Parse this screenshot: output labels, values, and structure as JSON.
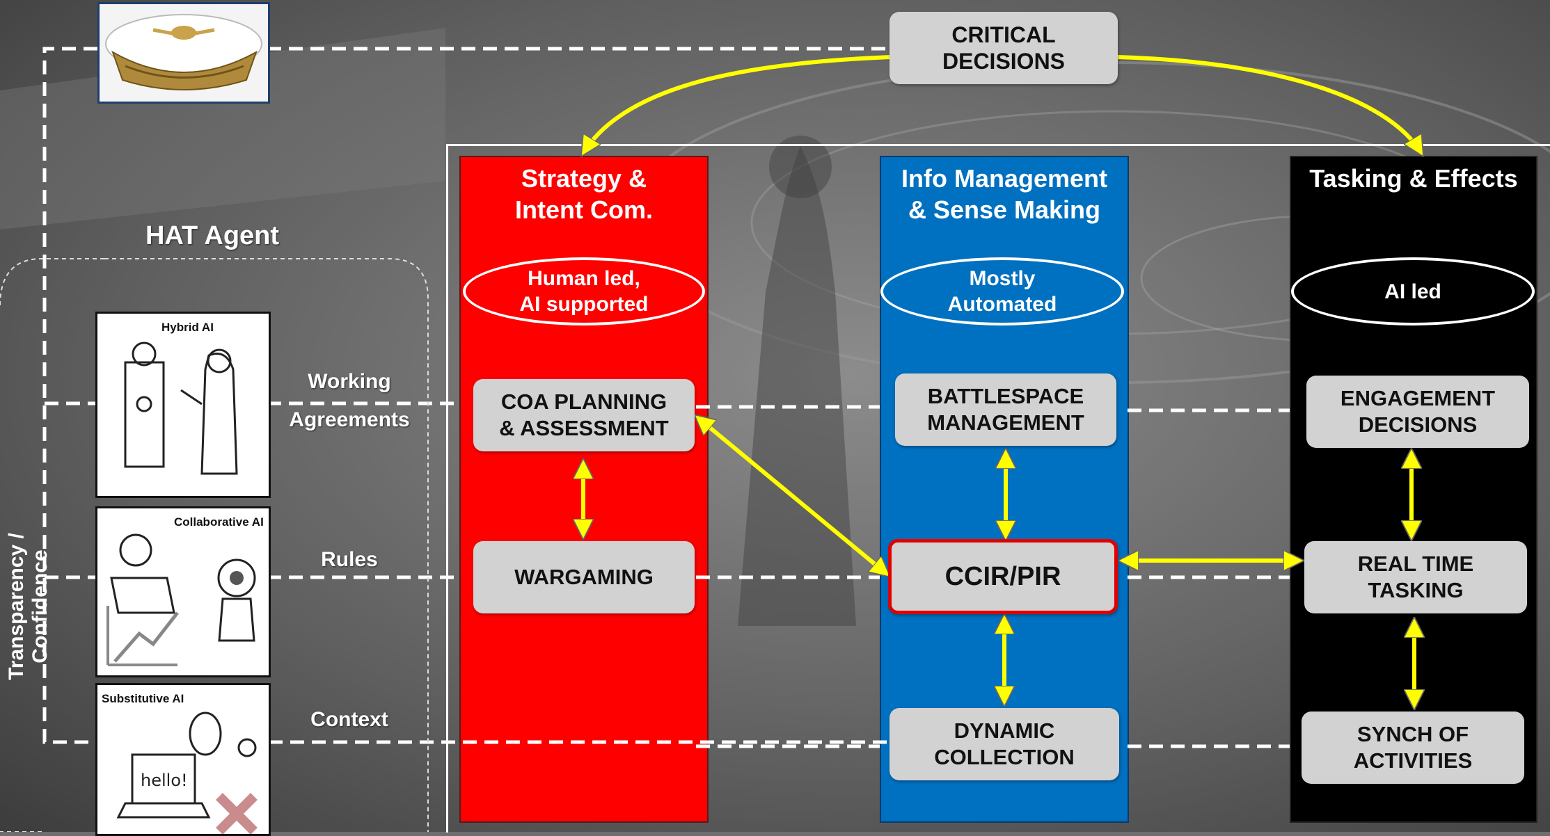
{
  "colors": {
    "strategy": "#ff0000",
    "info": "#0070c0",
    "tasking": "#000000",
    "box": "#d2d2d2",
    "arrow": "#ffff00",
    "highlight_border": "#e00000"
  },
  "critical": "CRITICAL\nDECISIONS",
  "hat_agent": "HAT Agent",
  "side_axis": "Transparency / Confidence",
  "agreement_labels": [
    "Working",
    "Agreements",
    "Rules",
    "Context"
  ],
  "ai_cards": [
    {
      "label": "Hybrid AI",
      "icon": "hybrid-ai-illustration"
    },
    {
      "label": "Collaborative AI",
      "icon": "collaborative-ai-illustration"
    },
    {
      "label": "Substitutive AI",
      "icon": "substitutive-ai-illustration"
    }
  ],
  "columns": {
    "strategy": {
      "title": "Strategy &\nIntent Com.",
      "oval": "Human led,\nAI supported",
      "boxes": [
        "COA PLANNING\n& ASSESSMENT",
        "WARGAMING"
      ]
    },
    "info": {
      "title": "Info Management\n& Sense Making",
      "oval": "Mostly\nAutomated",
      "boxes": [
        "BATTLESPACE\nMANAGEMENT",
        "CCIR/PIR",
        "DYNAMIC\nCOLLECTION"
      ]
    },
    "tasking": {
      "title": "Tasking & Effects",
      "oval": "AI led",
      "boxes": [
        "ENGAGEMENT\nDECISIONS",
        "REAL TIME\nTASKING",
        "SYNCH OF\nACTIVITIES"
      ]
    }
  }
}
